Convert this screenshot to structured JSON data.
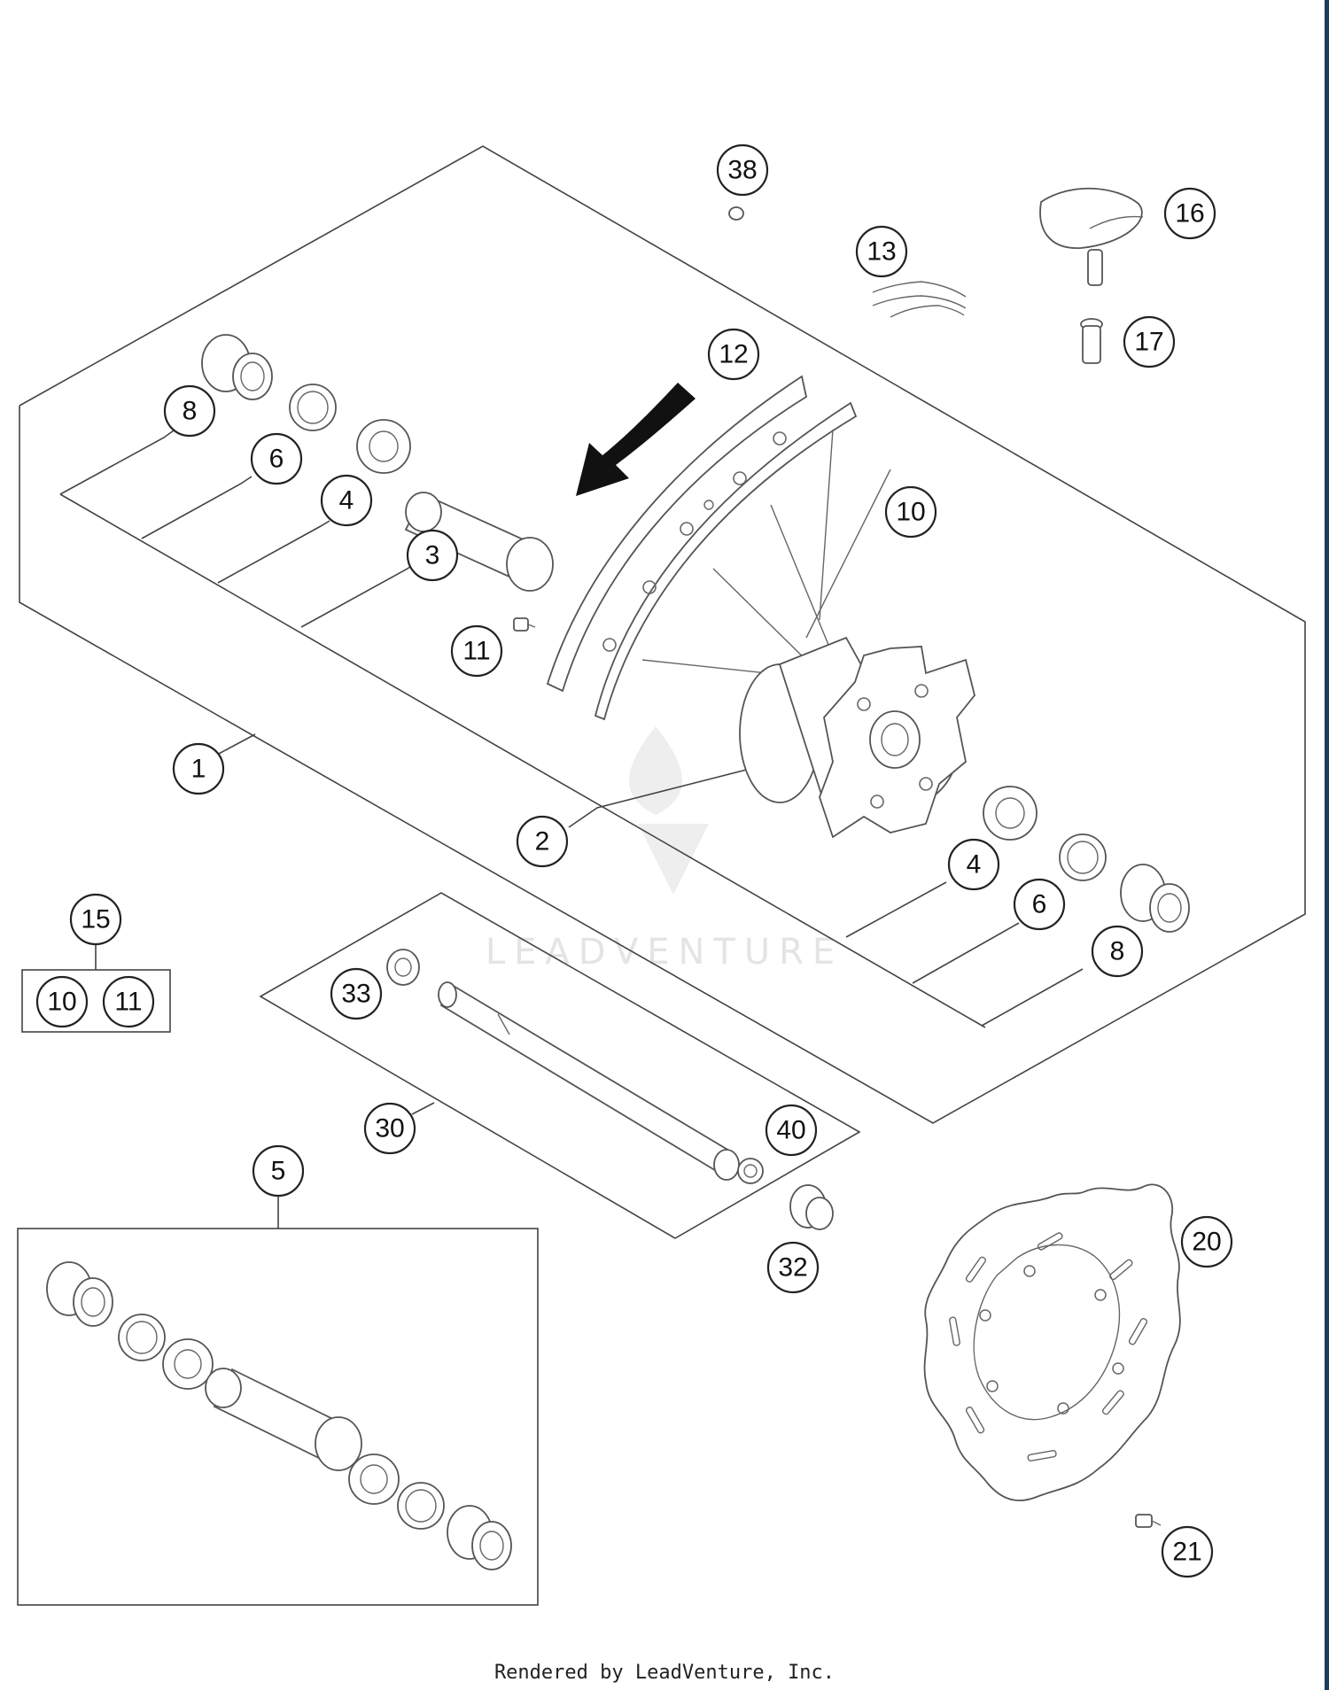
{
  "callouts": [
    {
      "id": "c38",
      "label": "38"
    },
    {
      "id": "c16",
      "label": "16"
    },
    {
      "id": "c13",
      "label": "13"
    },
    {
      "id": "c17",
      "label": "17"
    },
    {
      "id": "c12",
      "label": "12"
    },
    {
      "id": "c8a",
      "label": "8"
    },
    {
      "id": "c6a",
      "label": "6"
    },
    {
      "id": "c4a",
      "label": "4"
    },
    {
      "id": "c3",
      "label": "3"
    },
    {
      "id": "c10a",
      "label": "10"
    },
    {
      "id": "c11a",
      "label": "11"
    },
    {
      "id": "c1",
      "label": "1"
    },
    {
      "id": "c2",
      "label": "2"
    },
    {
      "id": "c4b",
      "label": "4"
    },
    {
      "id": "c6b",
      "label": "6"
    },
    {
      "id": "c8b",
      "label": "8"
    },
    {
      "id": "c15",
      "label": "15"
    },
    {
      "id": "c10b",
      "label": "10"
    },
    {
      "id": "c11b",
      "label": "11"
    },
    {
      "id": "c33",
      "label": "33"
    },
    {
      "id": "c30",
      "label": "30"
    },
    {
      "id": "c40",
      "label": "40"
    },
    {
      "id": "c32",
      "label": "32"
    },
    {
      "id": "c5",
      "label": "5"
    },
    {
      "id": "c20",
      "label": "20"
    },
    {
      "id": "c21",
      "label": "21"
    }
  ],
  "watermark": "LEADVENTURE",
  "footer": "Rendered by LeadVenture, Inc."
}
